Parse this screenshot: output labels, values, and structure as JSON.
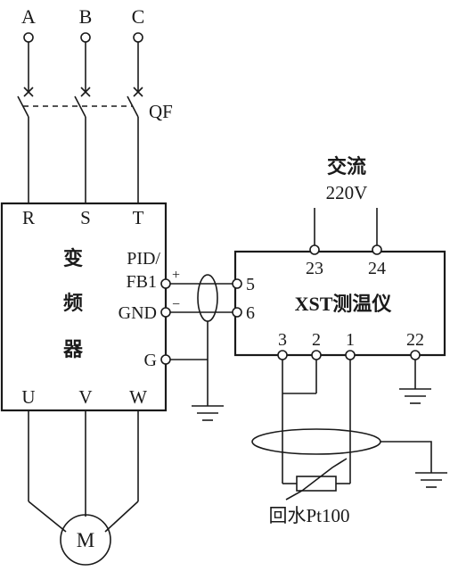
{
  "phases": {
    "a": "A",
    "b": "B",
    "c": "C"
  },
  "breaker_label": "QF",
  "ac_supply": {
    "line1": "交流",
    "line2": "220V"
  },
  "inverter": {
    "name_chars": [
      "变",
      "频",
      "器"
    ],
    "terminals": {
      "r": "R",
      "s": "S",
      "t": "T",
      "pid": "PID/",
      "fb1": "FB1",
      "gnd": "GND",
      "g": "G",
      "u": "U",
      "v": "V",
      "w": "W"
    }
  },
  "signal_polarity": {
    "plus": "+",
    "minus": "−"
  },
  "controller": {
    "name": "XST测温仪",
    "terminals": {
      "t5": "5",
      "t6": "6",
      "t23": "23",
      "t24": "24",
      "t3": "3",
      "t2": "2",
      "t1": "1",
      "t22": "22"
    }
  },
  "sensor_label": "回水Pt100",
  "motor_label": "M"
}
